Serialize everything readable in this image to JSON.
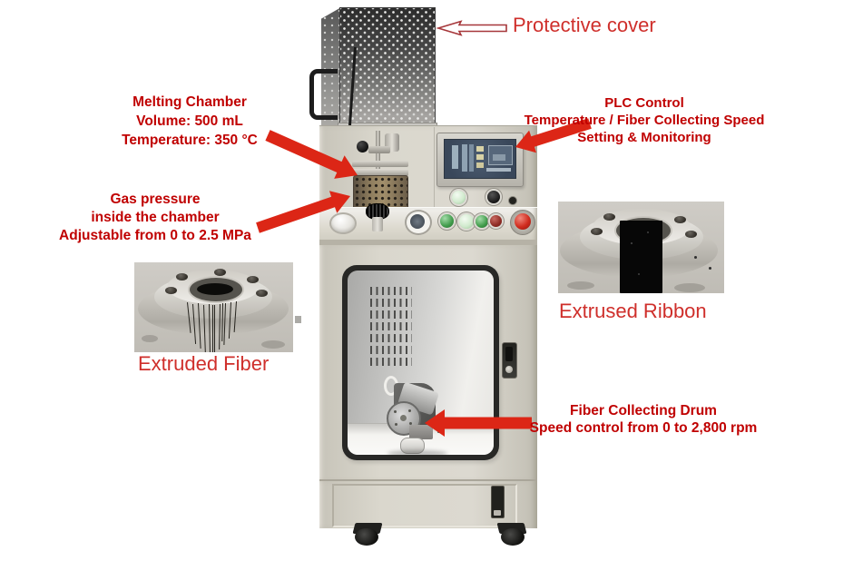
{
  "labels": {
    "protective_cover": "Protective cover",
    "melting_chamber": {
      "line1": "Melting Chamber",
      "line2": "Volume: 500 mL",
      "line3": "Temperature: 350 °C"
    },
    "gas_pressure": {
      "line1": "Gas pressure",
      "line2": "inside the chamber",
      "line3": "Adjustable from 0 to 2.5 MPa"
    },
    "plc_control": {
      "line1": "PLC Control",
      "line2": "Temperature / Fiber Collecting Speed",
      "line3": "Setting & Monitoring"
    },
    "fiber_collecting_drum": {
      "line1": "Fiber Collecting Drum",
      "line2": "Speed control from 0 to 2,800 rpm"
    },
    "extruded_fiber": "Extruded Fiber",
    "extrused_ribbon": "Extrused Ribbon"
  },
  "colors": {
    "annotation_bold_red": "#c00000",
    "annotation_caption_red": "#cf2f2b",
    "arrow_red": "#dc2616",
    "arrow_outline_red": "#a6373a",
    "cabinet_beige": "#d6d2c6",
    "background": "#ffffff"
  }
}
